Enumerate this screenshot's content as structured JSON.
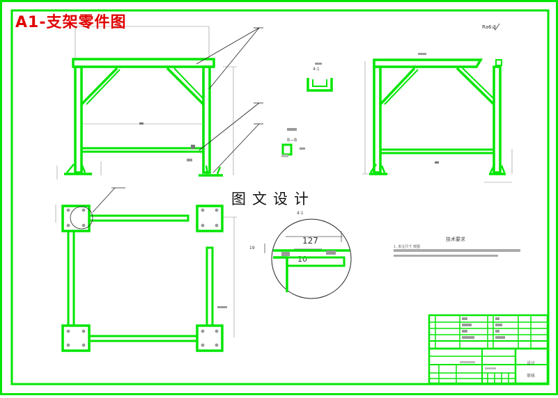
{
  "sheet": {
    "title": "A1-支架零件图",
    "watermark": "图文设计",
    "roughness_mark": "Ra6.3",
    "colors": {
      "part": "#00e600",
      "border": "#00e600",
      "title": "#e00000",
      "dim": "#333333"
    }
  },
  "views": {
    "detail_scale": "4:1",
    "section_label": "B—B",
    "section_scale": "4:1"
  },
  "dimensions": {
    "d127": "127",
    "d10": "10",
    "d19": "19"
  },
  "tech": {
    "heading": "技术要求",
    "line1": "1. 未注尺寸 按图"
  },
  "title_block": {
    "design_label": "设计",
    "check_label": "审核"
  }
}
